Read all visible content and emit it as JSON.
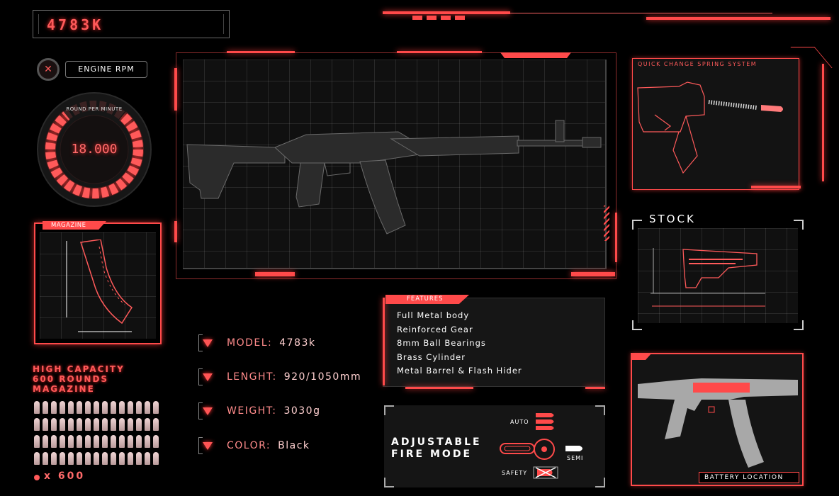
{
  "header": {
    "code": "4783K"
  },
  "rpm": {
    "label": "ENGINE RPM",
    "sublabel": "ROUND PER MINUTE",
    "value": "18.000",
    "level": 0.78
  },
  "magazine": {
    "label": "MAGAZINE",
    "caption_lines": [
      "HIGH CAPACITY",
      "600 ROUNDS",
      "MAGAZINE"
    ],
    "rounds_label": "x 600",
    "bullet_rows": 4,
    "bullet_cols": 15
  },
  "specs": [
    {
      "label": "MODEL:",
      "value": "4783k"
    },
    {
      "label": "LENGHT:",
      "value": "920/1050mm"
    },
    {
      "label": "WEIGHT:",
      "value": "3030g"
    },
    {
      "label": "COLOR:",
      "value": "Black"
    }
  ],
  "features": {
    "label": "FEATURES",
    "items": [
      "Full Metal body",
      "Reinforced Gear",
      "8mm Ball Bearings",
      "Brass Cylinder",
      "Metal Barrel & Flash Hider"
    ]
  },
  "fire_mode": {
    "title_lines": [
      "ADJUSTABLE",
      "FIRE MODE"
    ],
    "auto": "AUTO",
    "semi": "SEMI",
    "safety": "SAFETY"
  },
  "panels": {
    "spring": "QUICK CHANGE SPRING SYSTEM",
    "stock": "STOCK",
    "battery": "BATTERY LOCATION"
  },
  "colors": {
    "accent": "#ff4a4a",
    "text": "#ffd0d0",
    "panel": "#101010"
  },
  "icons": {
    "rifle": "rifle-silhouette",
    "bullet": "bullet-icon",
    "crosshair": "crosshair-icon"
  }
}
